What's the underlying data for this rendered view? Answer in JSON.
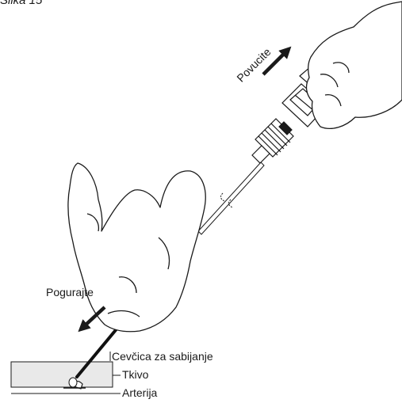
{
  "figure": {
    "title": "Slika 15"
  },
  "labels": {
    "pull": "Povucite",
    "push": "Pogurajte",
    "compaction_tube": "Cevčica za sabijanje",
    "tissue": "Tkivo",
    "artery": "Arterija"
  },
  "colors": {
    "line": "#1a1a1a",
    "tissue_fill": "#e9e9e9",
    "background": "#ffffff"
  }
}
